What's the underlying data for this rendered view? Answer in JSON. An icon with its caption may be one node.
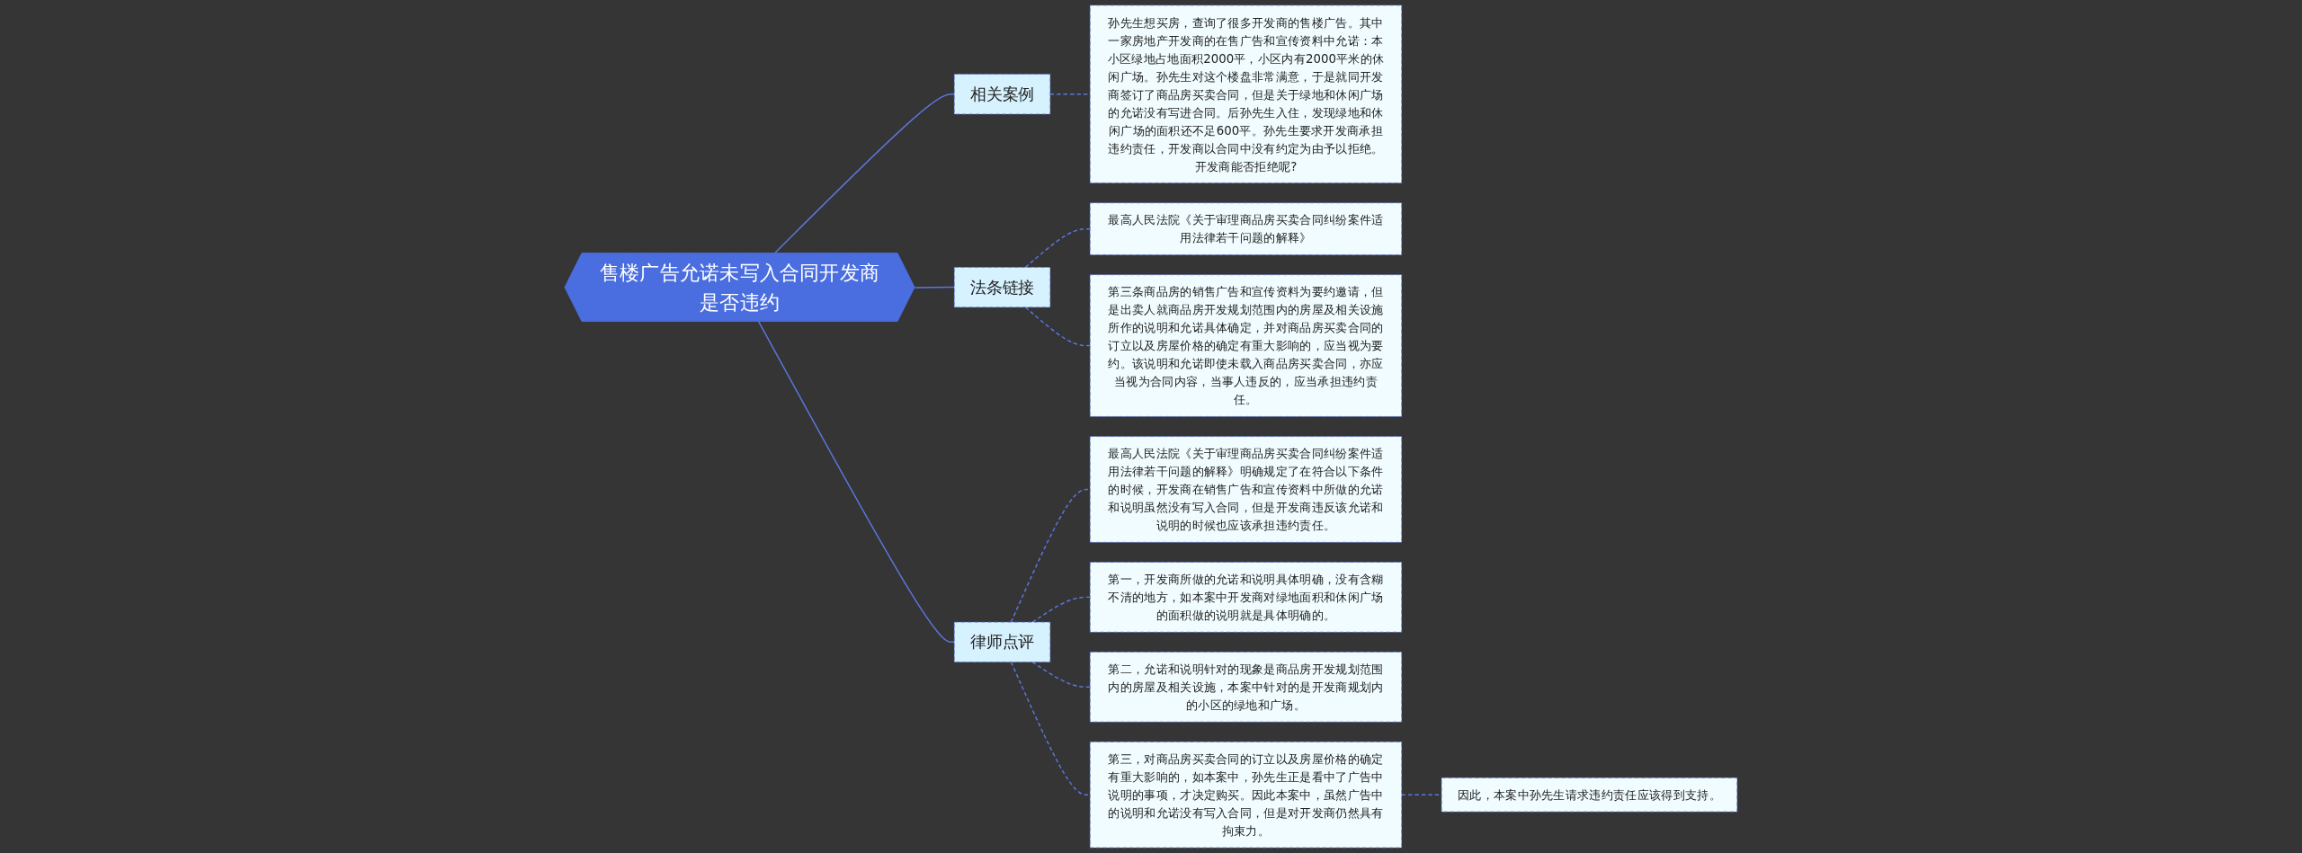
{
  "diagram": {
    "nodes": [
      {
        "text": [
          "售楼广告允诺未写入合同开发商是否违约"
        ]
      },
      {
        "text": [
          "相关案例"
        ]
      },
      {
        "text": [
          "孙先生想买房，查询了很多开发商的售楼广告。其中一家房地产开发商的在售广告和宣传资料中允诺：本小区绿地占地面积2000平，小区内有2000平米的休闲广场。孙先生对这个楼盘非常满意，于是就同开发商签订了商品房买卖合同，但是关于绿地和休闲广场的允诺没有写进合同。后孙先生入住，发现绿地和休闲广场的面积还不足600平。孙先生要求开发商承担违约责任，开发商以合同中没有约定为由予以拒绝。开发商能否拒绝呢?"
        ]
      },
      {
        "text": [
          "法条链接"
        ]
      },
      {
        "text": [
          "最高人民法院《关于审理商品房买卖合同纠纷案件适用法律若干问题的解释》"
        ]
      },
      {
        "text": [
          "第三条商品房的销售广告和宣传资料为要约邀请，但是出卖人就商品房开发规划范围内的房屋及相关设施所作的说明和允诺具体确定，并对商品房买卖合同的订立以及房屋价格的确定有重大影响的，应当视为要约。该说明和允诺即使未载入商品房买卖合同，亦应当视为合同内容，当事人违反的，应当承担违约责任。"
        ]
      },
      {
        "text": [
          "律师点评"
        ]
      },
      {
        "text": [
          "最高人民法院《关于审理商品房买卖合同纠纷案件适用法律若干问题的解释》明确规定了在符合以下条件的时候，开发商在销售广告和宣传资料中所做的允诺和说明虽然没有写入合同，但是开发商违反该允诺和说明的时候也应该承担违约责任。"
        ]
      },
      {
        "text": [
          "第一，开发商所做的允诺和说明具体明确，没有含糊不清的地方，如本案中开发商对绿地面积和休闲广场的面积做的说明就是具体明确的。"
        ]
      },
      {
        "text": [
          "第二，允诺和说明针对的现象是商品房开发规划范围内的房屋及相关设施，本案中针对的是开发商规划内的小区的绿地和广场。"
        ]
      },
      {
        "text": [
          "第三，对商品房买卖合同的订立以及房屋价格的确定有重大影响的，如本案中，孙先生正是看中了广告中说明的事项，才决定购买。因此本案中，虽然广告中的说明和允诺没有写入合同，但是对开发商仍然具有拘束力。"
        ]
      },
      {
        "text": [
          "因此，本案中孙先生请求违约责任应该得到支持。"
        ]
      }
    ],
    "edges": [
      {
        "from": 0,
        "to": 1,
        "arrow": "none"
      },
      {
        "from": 1,
        "to": 2,
        "arrow": "none",
        "style": "dashed"
      },
      {
        "from": 0,
        "to": 3,
        "arrow": "none"
      },
      {
        "from": 3,
        "to": 4,
        "arrow": "none",
        "style": "dashed"
      },
      {
        "from": 3,
        "to": 5,
        "arrow": "none",
        "style": "dashed"
      },
      {
        "from": 0,
        "to": 6,
        "arrow": "none"
      },
      {
        "from": 6,
        "to": 7,
        "arrow": "none",
        "style": "dashed"
      },
      {
        "from": 6,
        "to": 8,
        "arrow": "none",
        "style": "dashed"
      },
      {
        "from": 6,
        "to": 9,
        "arrow": "none",
        "style": "dashed"
      },
      {
        "from": 6,
        "to": 10,
        "arrow": "none",
        "style": "dashed"
      },
      {
        "from": 10,
        "to": 11,
        "arrow": "none",
        "style": "dashed"
      }
    ]
  }
}
